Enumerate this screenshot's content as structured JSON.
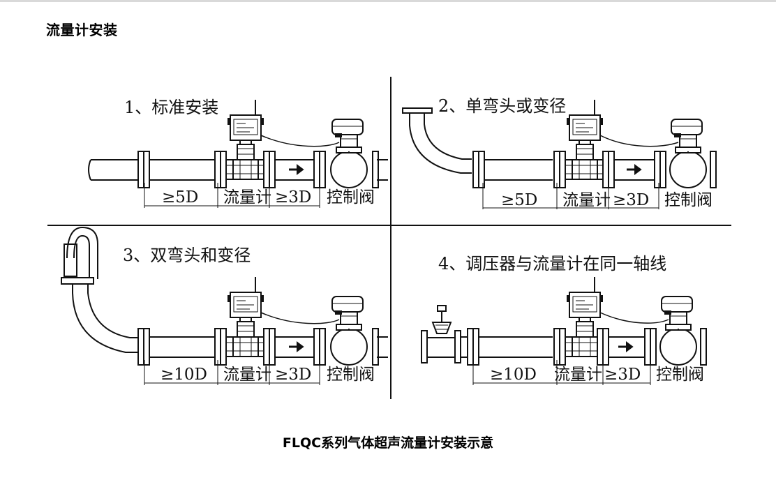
{
  "page_title": "流量计安装",
  "caption": "FLQC系列气体超声流量计安装示意",
  "panels": [
    {
      "heading": "1、标准安装",
      "upstream": "≥5D",
      "meter": "流量计",
      "downstream": "≥3D",
      "valve": "控制阀"
    },
    {
      "heading": "2、单弯头或变径",
      "upstream": "≥5D",
      "meter": "流量计",
      "downstream": "≥3D",
      "valve": "控制阀"
    },
    {
      "heading": "3、双弯头和变径",
      "upstream": "≥10D",
      "meter": "流量计",
      "downstream": "≥3D",
      "valve": "控制阀"
    },
    {
      "heading": "4、调压器与流量计在同一轴线",
      "upstream": "≥10D",
      "meter": "流量计",
      "downstream": "≥3D",
      "valve": "控制阀"
    }
  ]
}
